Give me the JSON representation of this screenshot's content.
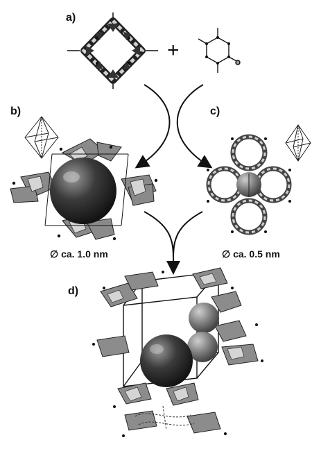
{
  "labels": {
    "a": "a)",
    "b": "b)",
    "c": "c)",
    "d": "d)"
  },
  "pore_sizes": {
    "b": "∅ ca. 1.0 nm",
    "c": "∅ ca. 0.5 nm"
  },
  "operator": "+",
  "colors": {
    "ink": "#111111",
    "polyhedron_dark": "#3a3a3a",
    "polyhedron_light": "#bdbdbd",
    "sphere_dark": "#1a1a1a",
    "sphere_mid": "#6b6b6b"
  }
}
